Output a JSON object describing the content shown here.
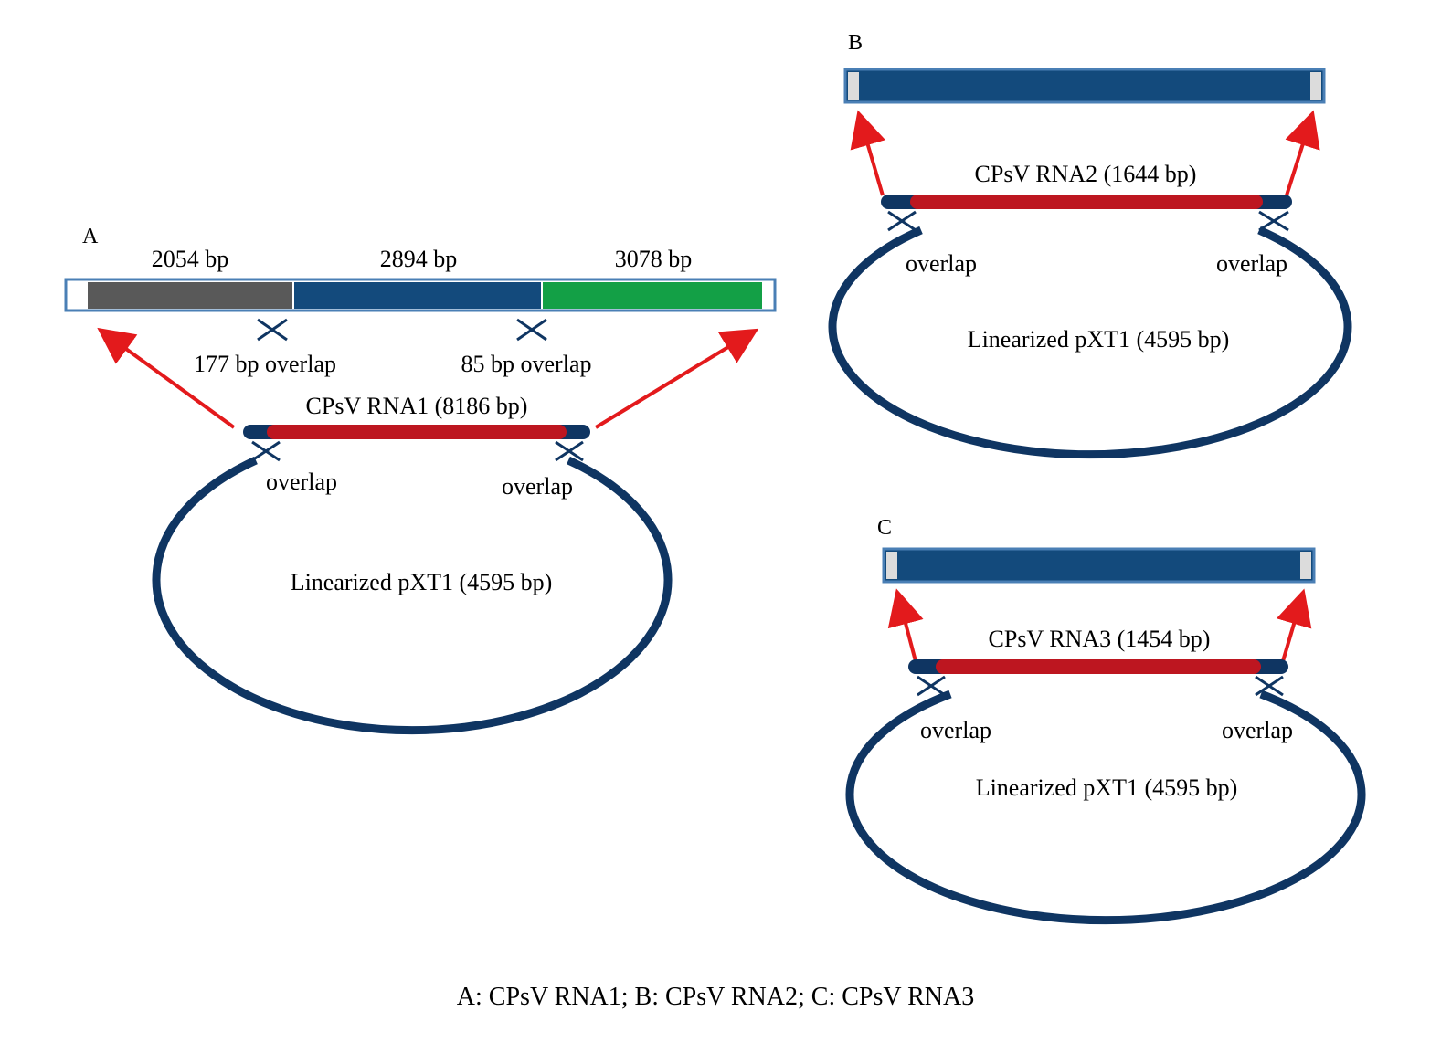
{
  "colors": {
    "navy": "#0f3562",
    "bar_blue": "#134a7c",
    "bar_gray": "#595959",
    "bar_green": "#13a046",
    "insert_red": "#bd1620",
    "arrow_red": "#e31a1c",
    "end_cap": "#dcdcdc",
    "outline": "#4a7fb5"
  },
  "panels": [
    {
      "letter": "A",
      "segments": [
        {
          "size": "2054 bp",
          "color": "gray"
        },
        {
          "size": "2894 bp",
          "color": "blue"
        },
        {
          "size": "3078 bp",
          "color": "green"
        }
      ],
      "junction_overlaps": [
        "177 bp overlap",
        "85 bp overlap"
      ],
      "insert_label": "CPsV RNA1 (8186 bp)",
      "overlap_left": "overlap",
      "overlap_right": "overlap",
      "vector_label": "Linearized pXT1 (4595 bp)"
    },
    {
      "letter": "B",
      "insert_label": "CPsV RNA2 (1644 bp)",
      "overlap_left": "overlap",
      "overlap_right": "overlap",
      "vector_label": "Linearized pXT1 (4595 bp)"
    },
    {
      "letter": "C",
      "insert_label": "CPsV RNA3 (1454 bp)",
      "overlap_left": "overlap",
      "overlap_right": "overlap",
      "vector_label": "Linearized pXT1 (4595 bp)"
    }
  ],
  "caption": "A: CPsV RNA1; B: CPsV RNA2; C: CPsV RNA3"
}
